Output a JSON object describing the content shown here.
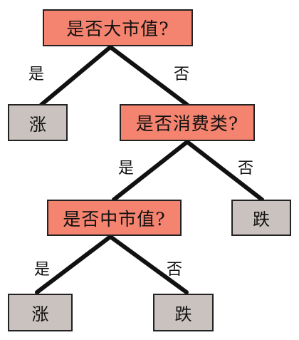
{
  "nodes": {
    "root": "是否大市值?",
    "consumer": "是否消费类?",
    "midcap": "是否中市值?",
    "leaf_up_1": "涨",
    "leaf_down_1": "跌",
    "leaf_up_2": "涨",
    "leaf_down_2": "跌"
  },
  "edges": {
    "root_yes": "是",
    "root_no": "否",
    "consumer_yes": "是",
    "consumer_no": "否",
    "midcap_yes": "是",
    "midcap_no": "否"
  },
  "colors": {
    "decision_fill": "#f4836f",
    "leaf_fill": "#c9c2be",
    "line": "#111111"
  }
}
